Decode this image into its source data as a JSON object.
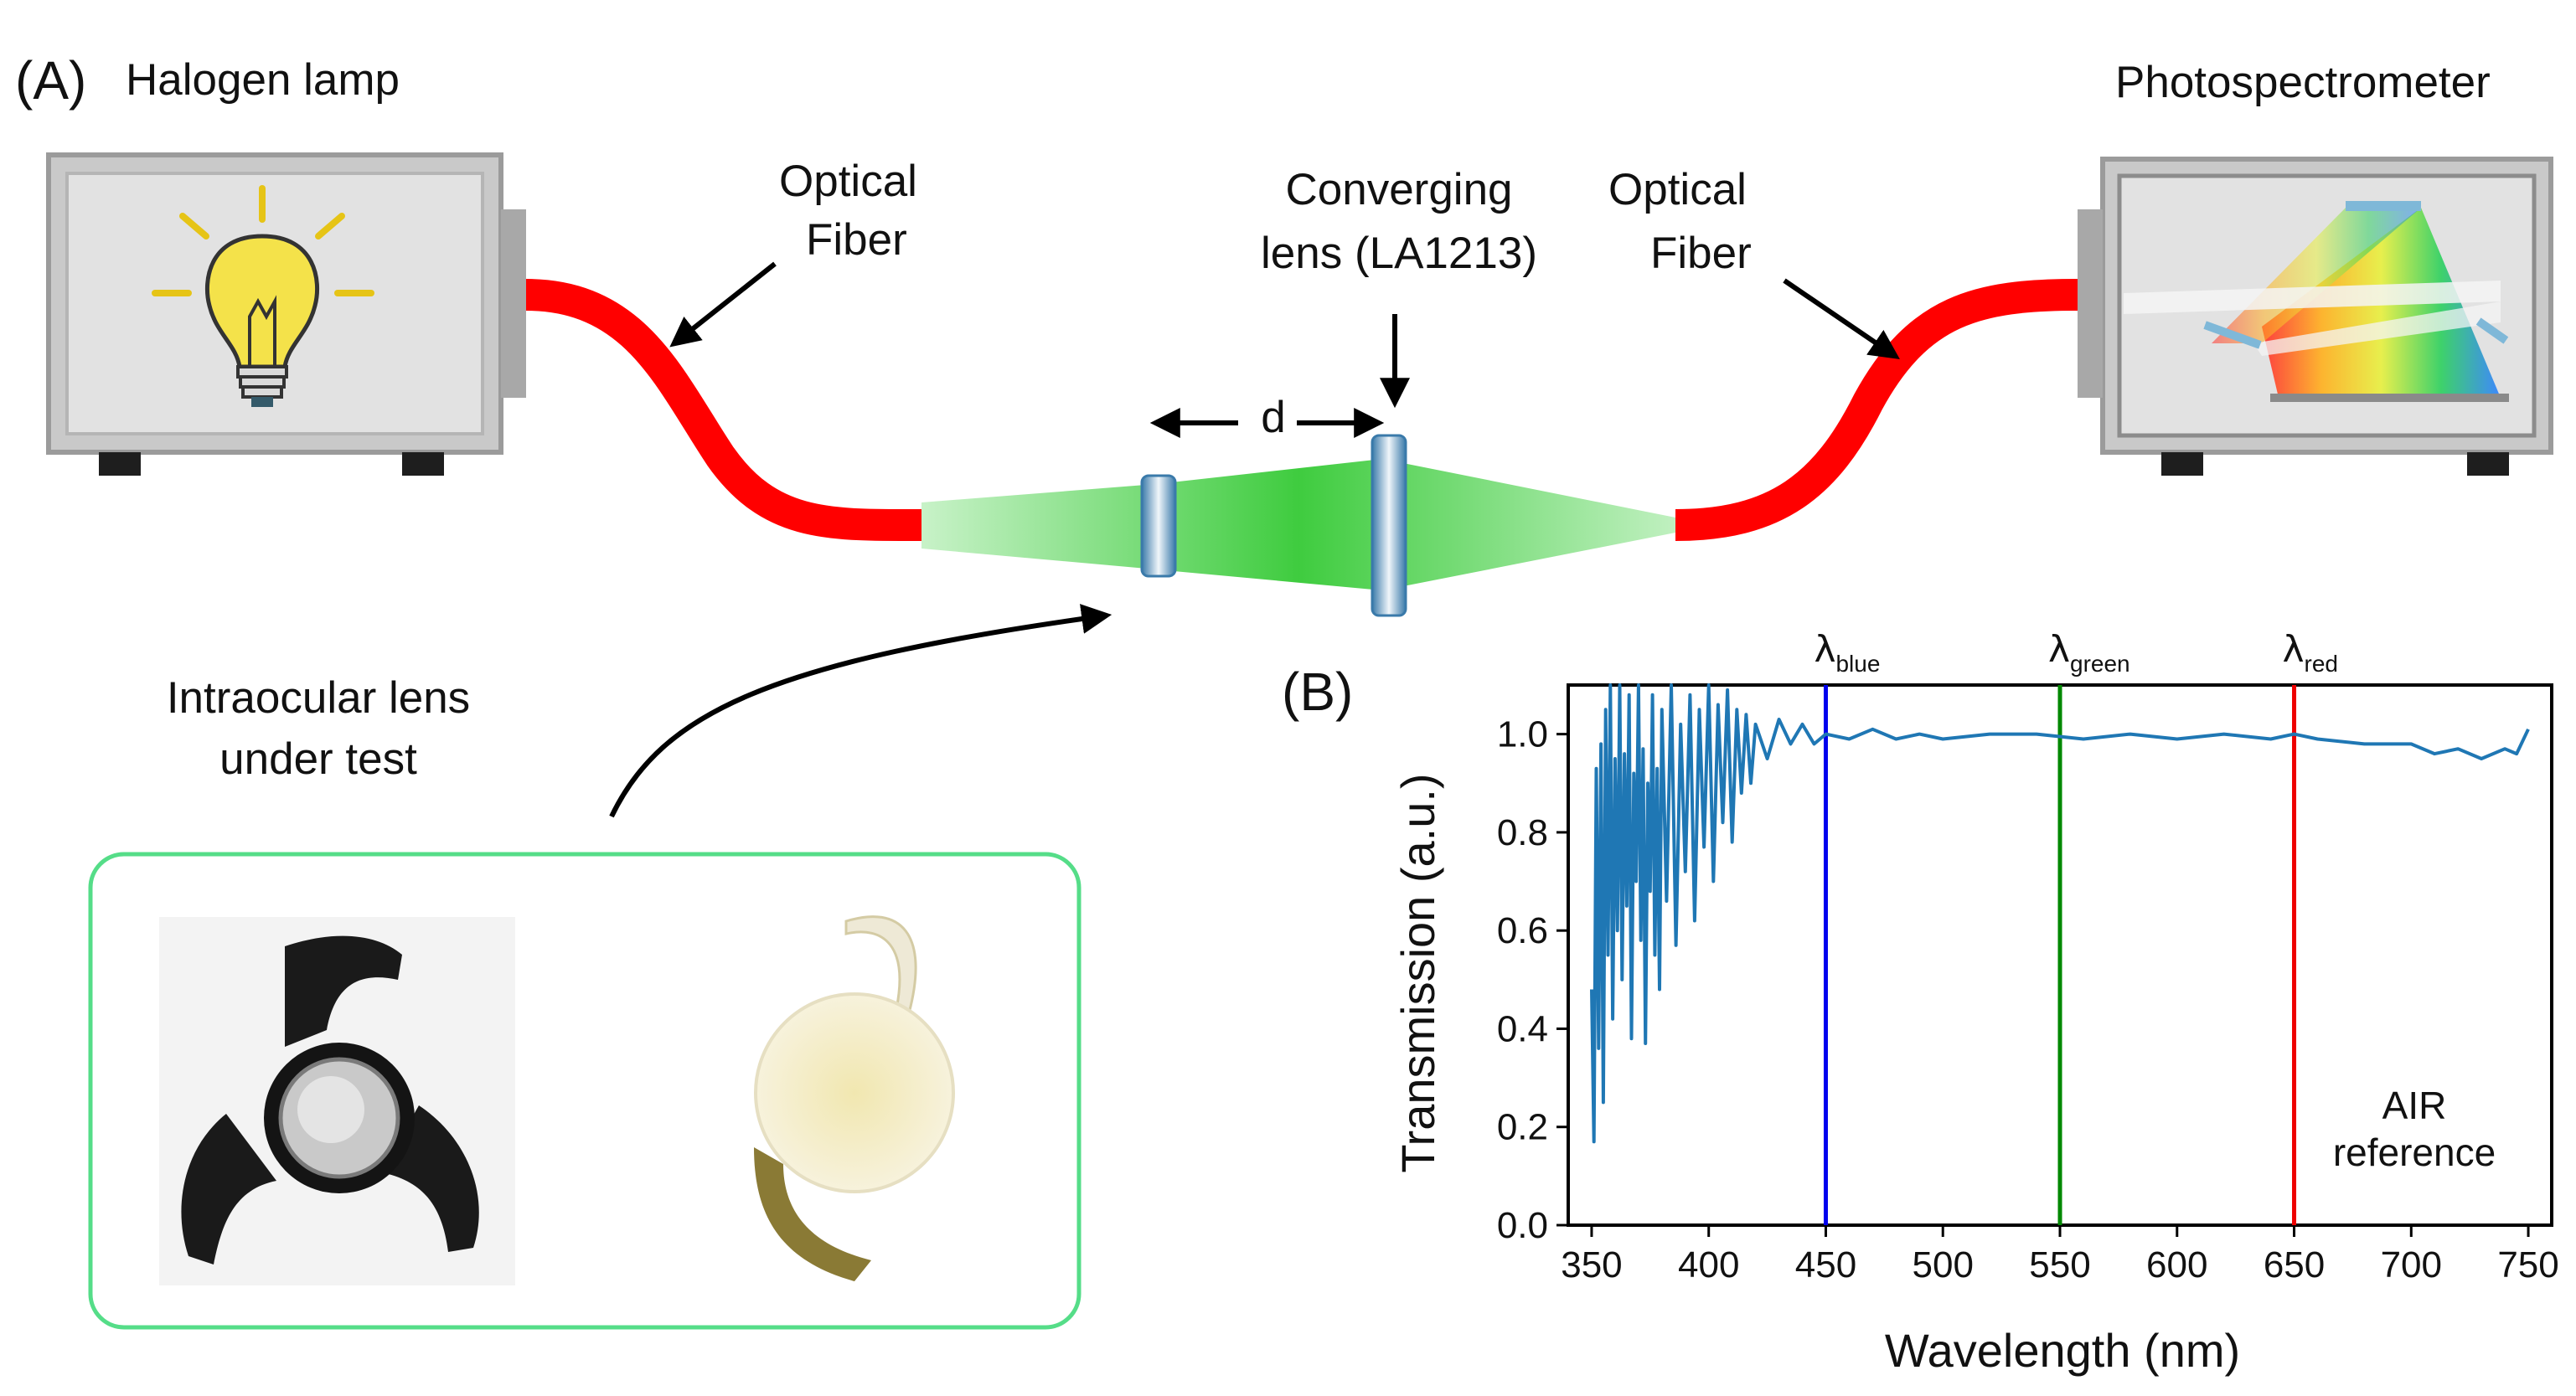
{
  "panel_a": {
    "label": "(A)",
    "lamp_label": "Halogen lamp",
    "spectrometer_label": "Photospectrometer",
    "fiber_left": [
      "Optical",
      "Fiber"
    ],
    "fiber_right": [
      "Optical",
      "Fiber"
    ],
    "lens_label": [
      "Converging",
      "lens (LA1213)"
    ],
    "distance_label": "d",
    "iol_label": [
      "Intraocular lens",
      "under test"
    ],
    "colors": {
      "fiber": "#ff0000",
      "beam": "#5fd35f",
      "box_border": "#55dd88",
      "lamp_bulb": "#f4e24a"
    }
  },
  "panel_b": {
    "label": "(B)"
  },
  "chart_data": {
    "type": "line",
    "xlabel": "Wavelength (nm)",
    "ylabel": "Transmission (a.u.)",
    "xlim": [
      340,
      760
    ],
    "ylim": [
      0.0,
      1.1
    ],
    "xticks": [
      350,
      400,
      450,
      500,
      550,
      600,
      650,
      700,
      750
    ],
    "yticks": [
      "0.0",
      "0.2",
      "0.4",
      "0.6",
      "0.8",
      "1.0"
    ],
    "annotation": [
      "AIR",
      "reference"
    ],
    "series": [
      {
        "color": "#1f77b4",
        "x": [
          350,
          351,
          352,
          353,
          354,
          355,
          356,
          357,
          358,
          359,
          360,
          361,
          362,
          363,
          364,
          365,
          366,
          367,
          368,
          369,
          370,
          371,
          372,
          373,
          374,
          375,
          376,
          377,
          378,
          379,
          380,
          382,
          384,
          386,
          388,
          390,
          392,
          394,
          396,
          398,
          400,
          402,
          404,
          406,
          408,
          410,
          412,
          414,
          416,
          418,
          420,
          425,
          430,
          435,
          440,
          445,
          450,
          460,
          470,
          480,
          490,
          500,
          520,
          540,
          560,
          580,
          600,
          620,
          640,
          650,
          660,
          680,
          700,
          710,
          720,
          730,
          740,
          745,
          750
        ],
        "y": [
          0.48,
          0.17,
          0.93,
          0.36,
          0.98,
          0.25,
          1.05,
          0.55,
          1.1,
          0.42,
          0.95,
          0.6,
          1.1,
          0.5,
          0.96,
          0.65,
          1.08,
          0.38,
          0.92,
          0.7,
          1.1,
          0.58,
          0.97,
          0.37,
          0.9,
          0.68,
          1.08,
          0.55,
          0.93,
          0.48,
          1.05,
          0.66,
          1.1,
          0.57,
          1.02,
          0.72,
          1.08,
          0.62,
          1.05,
          0.77,
          1.1,
          0.7,
          1.06,
          0.82,
          1.09,
          0.78,
          1.05,
          0.88,
          1.04,
          0.9,
          1.02,
          0.95,
          1.03,
          0.98,
          1.02,
          0.98,
          1.0,
          0.99,
          1.01,
          0.99,
          1.0,
          0.99,
          1.0,
          1.0,
          0.99,
          1.0,
          0.99,
          1.0,
          0.99,
          1.0,
          0.99,
          0.98,
          0.98,
          0.96,
          0.97,
          0.95,
          0.97,
          0.96,
          1.01
        ]
      }
    ],
    "markers": [
      {
        "x": 450,
        "symbol": "λ",
        "sub": "blue",
        "color": "#0000ee"
      },
      {
        "x": 550,
        "symbol": "λ",
        "sub": "green",
        "color": "#008800"
      },
      {
        "x": 650,
        "symbol": "λ",
        "sub": "red",
        "color": "#ee0000"
      }
    ]
  }
}
